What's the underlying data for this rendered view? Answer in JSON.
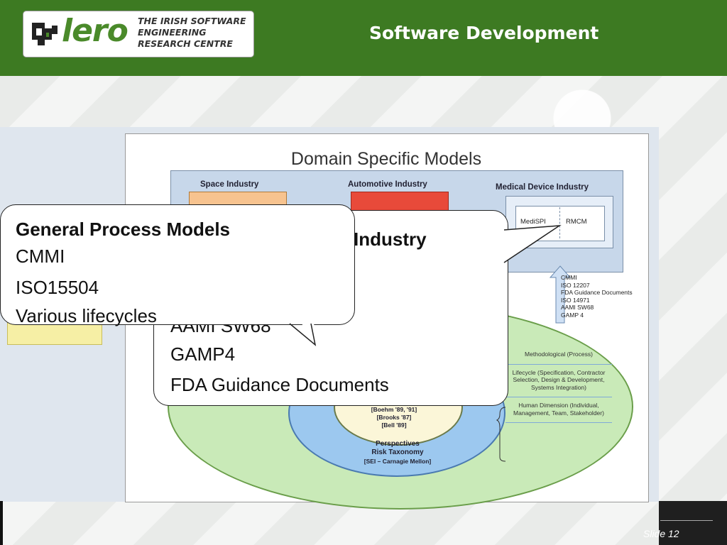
{
  "header": {
    "logo_word": "lero",
    "logo_subtitle": [
      "THE IRISH SOFTWARE",
      "ENGINEERING",
      "RESEARCH CENTRE"
    ],
    "slide_title": "Software Development"
  },
  "figure": {
    "title": "Domain Specific Models",
    "industries": {
      "space": "Space Industry",
      "automotive": "Automotive Industry",
      "medical": "Medical Device Industry"
    },
    "medical_models": [
      "MediSPI",
      "RMCM"
    ],
    "standards": [
      "CMMI",
      "ISO 12207",
      "FDA Guidance Documents",
      "ISO 14971",
      "AAMI SW68",
      "GAMP 4"
    ],
    "inner_refs": [
      "[Boehm '89, '91]",
      "[Brooks '87]",
      "[Bell '89]"
    ],
    "perspectives": {
      "title": "Perspectives",
      "subtitle": "Risk Taxonomy",
      "ref": "[SEI – Carnagie Mellon]"
    },
    "dimensions": [
      "Methodological (Process)",
      "Lifecycle (Specification, Contractor Selection, Design & Development, Systems Integration)",
      "Human Dimension (Individual, Management, Team, Stakeholder)"
    ]
  },
  "bubble_general": {
    "heading": "General Process Models",
    "lines": [
      "CMMI",
      "ISO15504",
      "Various lifecycles"
    ]
  },
  "bubble_medical": {
    "heading_fragment": "Industry",
    "partial_line": "AAMI SW68",
    "lines": [
      "GAMP4",
      "FDA Guidance Documents"
    ]
  },
  "footer": {
    "slide_number": "Slide 12"
  }
}
